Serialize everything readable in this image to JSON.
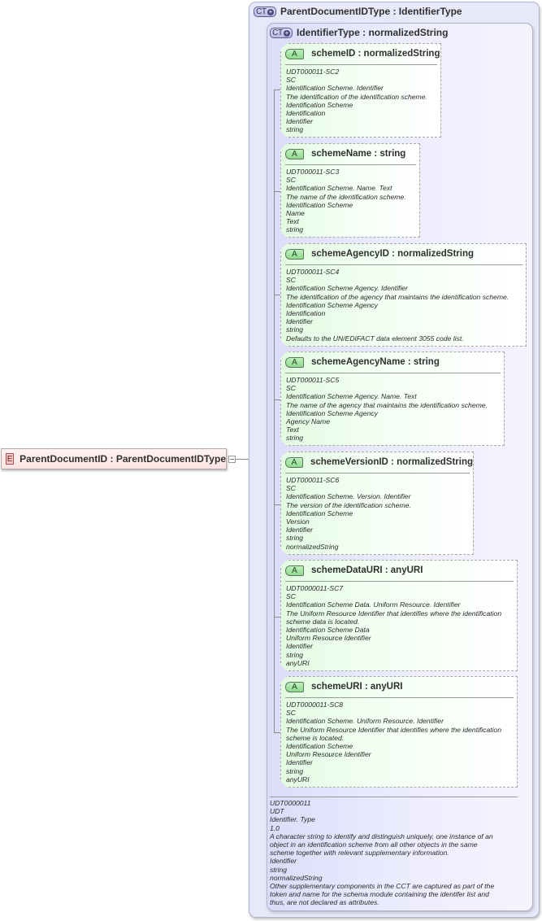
{
  "element": {
    "badge": "E",
    "label": "ParentDocumentID : ParentDocumentIDType"
  },
  "outer_type": {
    "badge": "CT",
    "title": "ParentDocumentIDType : IdentifierType"
  },
  "inner_type": {
    "badge": "CT",
    "title": "IdentifierType : normalizedString",
    "documentation": [
      "UDT0000011",
      "UDT",
      "Identifier. Type",
      "1.0",
      "A character string to identify and distinguish uniquely, one instance of an",
      "object in an identification scheme from all other objects in the same",
      "scheme together with relevant supplementary information.",
      "Identifier",
      "string",
      "normalizedString",
      "Other supplementary components in the CCT are captured as part of the",
      "token and name for the schema module containing the identifer list and",
      "thus, are not declared as attributes."
    ]
  },
  "attributes": [
    {
      "badge": "A",
      "title": "schemeID : normalizedString",
      "lines": [
        "UDT000011-SC2",
        "SC",
        "Identification Scheme. Identifier",
        "The identification of the identification scheme.",
        "Identification Scheme",
        "Identification",
        "Identifier",
        "string"
      ]
    },
    {
      "badge": "A",
      "title": "schemeName : string",
      "lines": [
        "UDT000011-SC3",
        "SC",
        "Identification Scheme. Name. Text",
        "The name of the identification scheme.",
        "Identification Scheme",
        "Name",
        "Text",
        "string"
      ]
    },
    {
      "badge": "A",
      "title": "schemeAgencyID : normalizedString",
      "lines": [
        "UDT000011-SC4",
        "SC",
        "Identification Scheme Agency. Identifier",
        "The identification of the agency that maintains the identification scheme.",
        "Identification Scheme Agency",
        "Identification",
        "Identifier",
        "string",
        "Defaults to the UN/EDIFACT data element 3055 code list."
      ]
    },
    {
      "badge": "A",
      "title": "schemeAgencyName : string",
      "lines": [
        "UDT000011-SC5",
        "SC",
        "Identification Scheme Agency. Name. Text",
        "The name of the agency that maintains the identification scheme.",
        "Identification Scheme Agency",
        "Agency Name",
        "Text",
        "string"
      ]
    },
    {
      "badge": "A",
      "title": "schemeVersionID : normalizedString",
      "lines": [
        "UDT000011-SC6",
        "SC",
        "Identification Scheme. Version. Identifier",
        "The version of the identification scheme.",
        "Identification Scheme",
        "Version",
        "Identifier",
        "string",
        "normalizedString"
      ]
    },
    {
      "badge": "A",
      "title": "schemeDataURI : anyURI",
      "lines": [
        "UDT0000011-SC7",
        "SC",
        "Identification Scheme Data. Uniform Resource. Identifier",
        "The Uniform Resource Identifier that identifies where the identification",
        "scheme data is located.",
        "Identification Scheme Data",
        "Uniform Resource Identifier",
        "Identifier",
        "string",
        "anyURI"
      ]
    },
    {
      "badge": "A",
      "title": "schemeURI : anyURI",
      "lines": [
        "UDT0000011-SC8",
        "SC",
        "Identification Scheme. Uniform Resource. Identifier",
        "The Uniform Resource Identifier that identifies where the identification",
        "scheme is located.",
        "Identification Scheme",
        "Uniform Resource Identifier",
        "Identifier",
        "string",
        "anyURI"
      ]
    }
  ]
}
